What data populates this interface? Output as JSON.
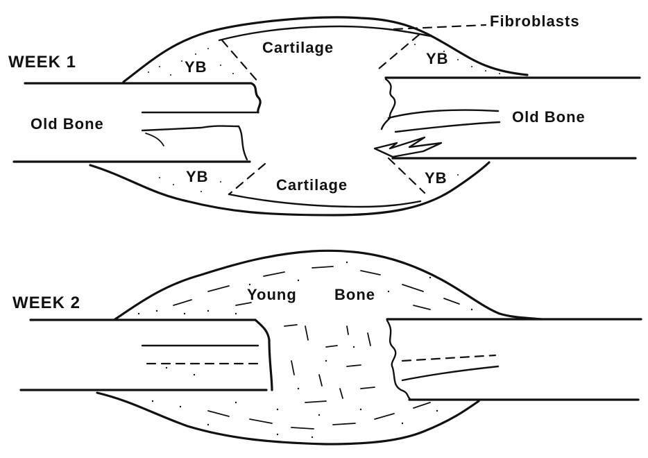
{
  "week1": {
    "title": "WEEK 1",
    "fibroblasts": "Fibroblasts",
    "cartilage_top": "Cartilage",
    "cartilage_bottom": "Cartilage",
    "yb_top_left": "YB",
    "yb_top_right": "YB",
    "yb_bottom_left": "YB",
    "yb_bottom_right": "YB",
    "old_bone_left": "Old Bone",
    "old_bone_right": "Old Bone"
  },
  "week2": {
    "title": "WEEK 2",
    "young": "Young",
    "bone": "Bone"
  }
}
